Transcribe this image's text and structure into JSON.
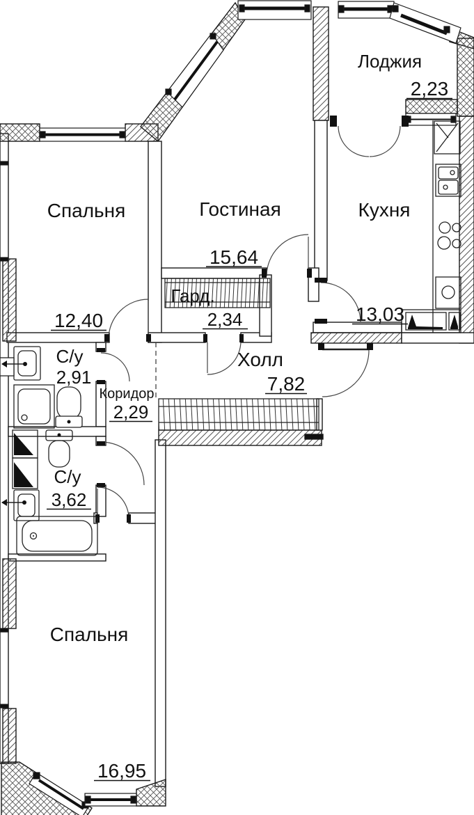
{
  "plan": {
    "type": "apartment-floor-plan",
    "language": "ru",
    "rooms": [
      {
        "id": "loggia",
        "name": "Лоджия",
        "area": "2,23"
      },
      {
        "id": "bedroom-1",
        "name": "Спальня",
        "area": "12,40"
      },
      {
        "id": "living-room",
        "name": "Гостиная",
        "area": "15,64"
      },
      {
        "id": "kitchen",
        "name": "Кухня",
        "area": "13,03"
      },
      {
        "id": "wardrobe",
        "name": "Гард.",
        "area": "2,34"
      },
      {
        "id": "hall",
        "name": "Холл",
        "area": "7,82"
      },
      {
        "id": "bathroom-1",
        "name": "С/у",
        "area": "2,91"
      },
      {
        "id": "corridor",
        "name": "Коридор",
        "area": "2,29"
      },
      {
        "id": "bathroom-2",
        "name": "С/у",
        "area": "3,62"
      },
      {
        "id": "bedroom-2",
        "name": "Спальня",
        "area": "16,95"
      }
    ],
    "fixtures": [
      "fridge-icon",
      "kitchen-sink-icon",
      "stove-icon",
      "washing-machine-icon",
      "kitchen-counter-icon",
      "bathroom-sink-icon",
      "shower-tray-icon",
      "toilet-icon",
      "bathtub-icon",
      "vent-shaft-icon",
      "wardrobe-rack-icon",
      "hall-closet-icon"
    ],
    "colors": {
      "background": "#ffffff",
      "walls": "#1a1a1a",
      "text": "#111111"
    }
  }
}
